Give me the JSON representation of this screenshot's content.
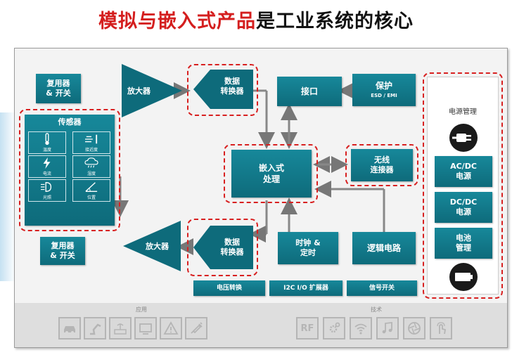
{
  "title": {
    "red_part": "模拟与嵌入式产品",
    "black_part": "是工业系统的核心"
  },
  "blocks": {
    "mux_switch_top": "复用器\n& 开关",
    "amp_top": "放大器",
    "adc": "数据\n转换器",
    "interface": "接口",
    "protection": {
      "label": "保护",
      "sub": "ESD / EMI"
    },
    "sensor_title": "传感器",
    "sensors": [
      "温度",
      "接近度",
      "电流",
      "湿度",
      "光照",
      "位置"
    ],
    "embedded": "嵌入式\n处理",
    "wireless": "无线\n连接器",
    "mux_switch_bottom": "复用器\n& 开关",
    "amp_bottom": "放大器",
    "dac": "数据\n转换器",
    "clock": "时钟 &\n定时",
    "logic": "逻辑电路",
    "voltage": "电压转换",
    "i2c": "I2C I/O 扩展器",
    "signal_switch": "信号开关"
  },
  "power": {
    "title": "电源管理",
    "items": [
      "AC/DC\n电源",
      "DC/DC\n电源",
      "电池\n管理"
    ]
  },
  "footer": {
    "applications_label": "应用",
    "applications_icons": [
      "car-icon",
      "robot-arm-icon",
      "meter-icon",
      "monitor-icon",
      "warning-icon",
      "syringe-icon"
    ],
    "technology_label": "技术",
    "technology_icons": [
      "rf-icon",
      "gear-icon",
      "wifi-icon",
      "music-icon",
      "aperture-icon",
      "touch-icon"
    ],
    "rf_text": "RF"
  },
  "colors": {
    "teal": "#0e6b7b",
    "red_dash": "#d82020",
    "title_red": "#d41e1e"
  }
}
